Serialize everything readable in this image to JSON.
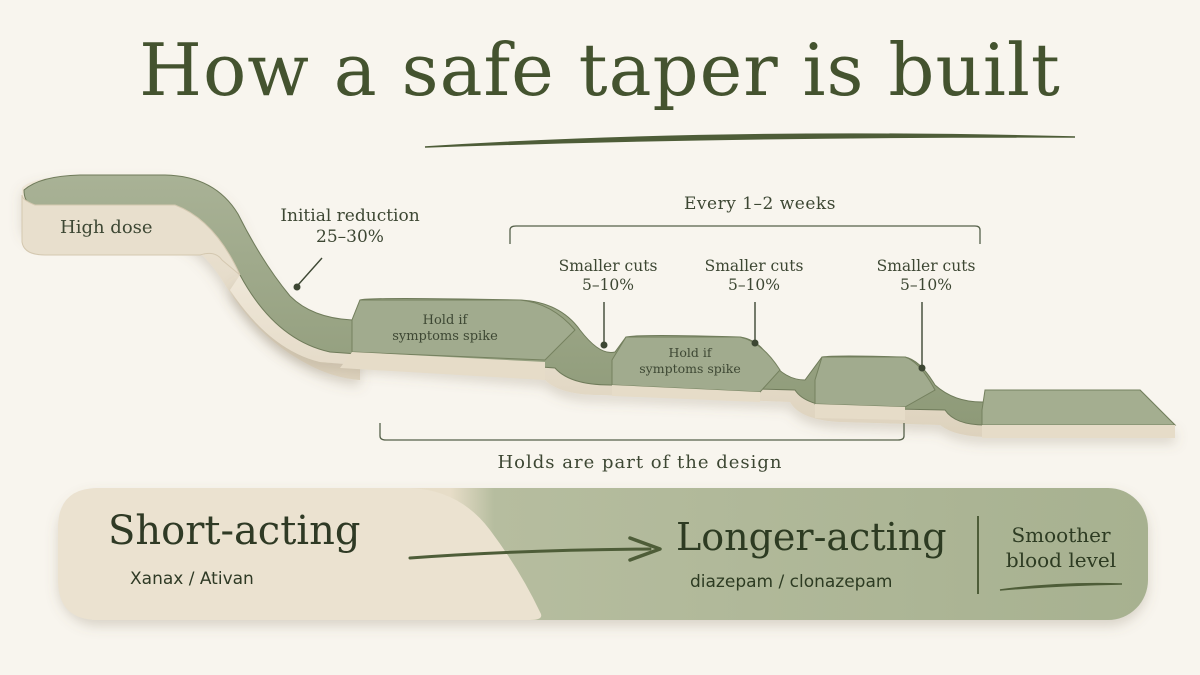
{
  "title": "How a safe taper is built",
  "staircase": {
    "high_dose": "High dose",
    "initial_reduction": {
      "line1": "Initial reduction",
      "line2": "25–30%"
    },
    "hold1": {
      "line1": "Hold if",
      "line2": "symptoms spike"
    },
    "hold2": {
      "line1": "Hold if",
      "line2": "symptoms spike"
    },
    "interval": "Every 1–2 weeks",
    "cuts": [
      {
        "line1": "Smaller cuts",
        "line2": "5–10%"
      },
      {
        "line1": "Smaller cuts",
        "line2": "5–10%"
      },
      {
        "line1": "Smaller cuts",
        "line2": "5–10%"
      }
    ],
    "holds_caption": "Holds are part of the design"
  },
  "bar": {
    "short": {
      "heading": "Short-acting",
      "examples": "Xanax / Ativan"
    },
    "long": {
      "heading": "Longer-acting",
      "examples": "diazepam / clonazepam"
    },
    "note": {
      "line1": "Smoother",
      "line2": "blood level"
    }
  },
  "colors": {
    "background": "#f8f5ee",
    "cream": "#ece3d2",
    "sage": "#9aa487",
    "sage_dark": "#58683f",
    "title": "#44532f"
  }
}
